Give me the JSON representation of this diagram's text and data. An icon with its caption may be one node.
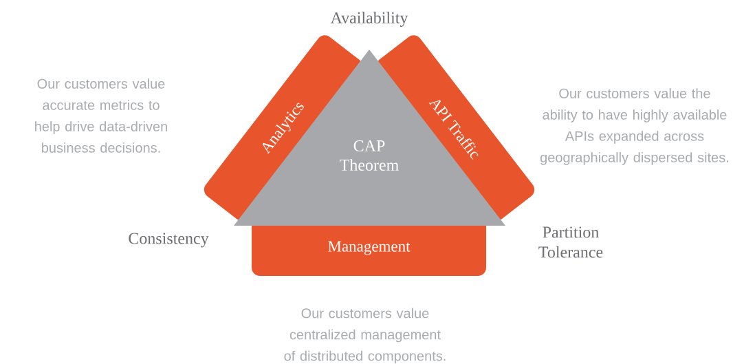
{
  "diagram": {
    "nodes": [
      {
        "text": [
          "CAP Theorem"
        ]
      },
      {
        "text": [
          "Analytics"
        ]
      },
      {
        "text": [
          "API Traffic"
        ]
      },
      {
        "text": [
          "Management"
        ]
      }
    ],
    "labels": [
      "Availability",
      "Our customers value accurate metrics to help drive data-driven business decisions.",
      "Our customers value the ability to have highly available APIs expanded across geographically dispersed sites.",
      "Consistency",
      "Partition Tolerance",
      "Our customers value centralized management of distributed components."
    ]
  }
}
